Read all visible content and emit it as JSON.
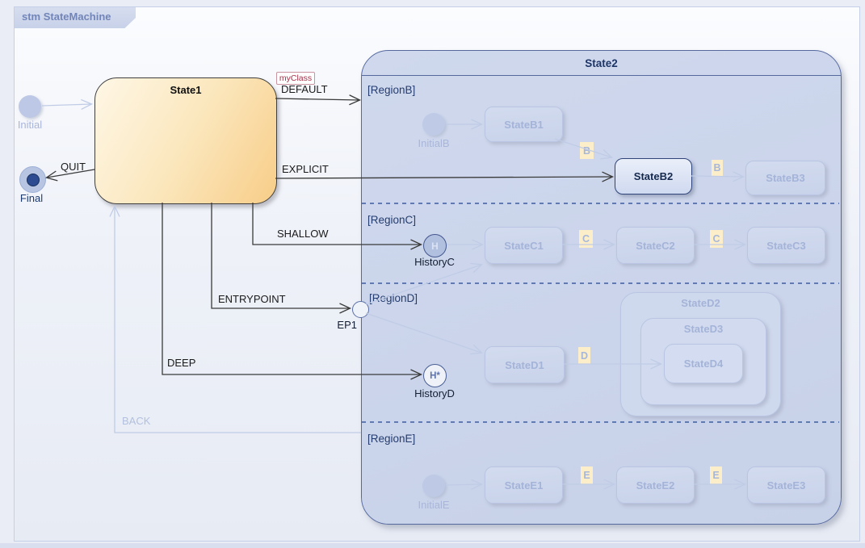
{
  "frame": {
    "title": "stm StateMachine"
  },
  "state1": {
    "title": "State1"
  },
  "state2": {
    "title": "State2",
    "regions": {
      "b": "[RegionB]",
      "c": "[RegionC]",
      "d": "[RegionD]",
      "e": "[RegionE]"
    }
  },
  "states": {
    "b1": "StateB1",
    "b2": "StateB2",
    "b3": "StateB3",
    "c1": "StateC1",
    "c2": "StateC2",
    "c3": "StateC3",
    "d1": "StateD1",
    "d2": "StateD2",
    "d3": "StateD3",
    "d4": "StateD4",
    "e1": "StateE1",
    "e2": "StateE2",
    "e3": "StateE3"
  },
  "pseudostates": {
    "initial": "Initial",
    "final": "Final",
    "initial_b": "InitialB",
    "initial_e": "InitialE",
    "history_c": {
      "glyph": "H",
      "label": "HistoryC"
    },
    "history_d": {
      "glyph": "H*",
      "label": "HistoryD"
    },
    "entry_point": {
      "label": "EP1"
    }
  },
  "transitions": {
    "default": {
      "label": "DEFAULT",
      "stereotype": "myClass"
    },
    "explicit": {
      "label": "EXPLICIT"
    },
    "quit": {
      "label": "QUIT"
    },
    "shallow": {
      "label": "SHALLOW"
    },
    "entrypoint": {
      "label": "ENTRYPOINT"
    },
    "deep": {
      "label": "DEEP"
    },
    "back": {
      "label": "BACK"
    }
  },
  "triggers": {
    "b": "B",
    "c": "C",
    "d": "D",
    "e": "E"
  },
  "colors": {
    "state1_fill": "#f8cd88",
    "state2_fill": "#cbd5ea",
    "active_border": "#2f4579",
    "muted_text": "#a9b6d9",
    "trigger_bg": "#fdeeca",
    "stereotype_text": "#a63048",
    "frame_tab_text": "#7285b8",
    "region_separator": "#3f5c9b"
  }
}
